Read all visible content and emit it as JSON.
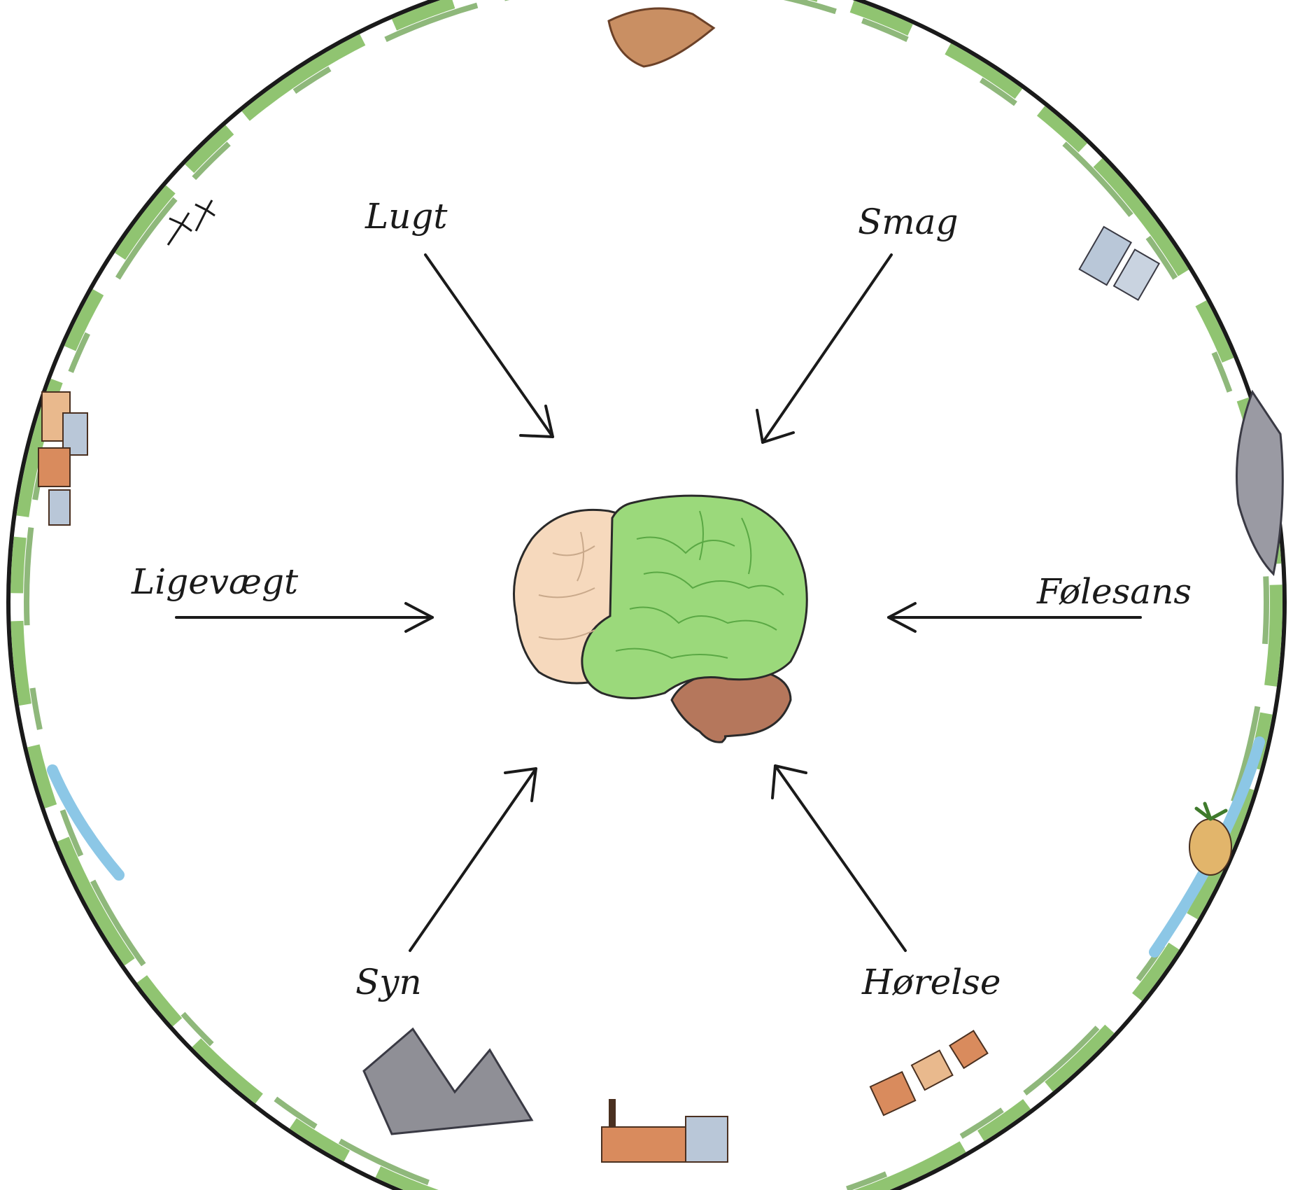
{
  "diagram": {
    "center": {
      "name": "brain",
      "colors": {
        "frontal": "#f6d9bd",
        "highlight": "#9bd97b",
        "cerebellum": "#b5775c",
        "outline": "#2a2a2a"
      }
    },
    "border": {
      "colors": {
        "ring": "#1a1a1a",
        "grass": "#6fae4f",
        "earth": "#c98f63",
        "water": "#8cc7e6",
        "rock": "#8f8f96",
        "city": "#b9c7d8"
      }
    },
    "senses": [
      {
        "id": "lugt",
        "label": "Lugt"
      },
      {
        "id": "smag",
        "label": "Smag"
      },
      {
        "id": "ligevaegt",
        "label": "Ligevægt"
      },
      {
        "id": "folesans",
        "label": "Følesans"
      },
      {
        "id": "syn",
        "label": "Syn"
      },
      {
        "id": "horelse",
        "label": "Hørelse"
      }
    ]
  }
}
